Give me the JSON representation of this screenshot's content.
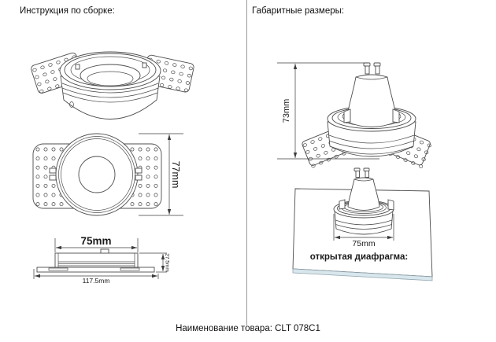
{
  "header": {
    "assembly_title": "Инструкция по сборке:",
    "dimensions_title": "Габаритные размеры:"
  },
  "left_panel": {
    "dims": {
      "plate_height": "77mm",
      "body_width": "75mm",
      "overall_width": "117.5mm",
      "body_height": "27.5mm"
    }
  },
  "right_panel": {
    "dims": {
      "overall_height": "73mm",
      "visible_diameter": "75mm"
    },
    "open_diaphragm_label": "открытая диафрагма:"
  },
  "footer": {
    "product_label": "Наименование товара:",
    "product_code": "CLT 078C1"
  },
  "colors": {
    "line": "#4d4d4d",
    "dimension": "#3c3c3c",
    "divider": "#9a9a9a",
    "panel_edge_fill": "#d9e7ed",
    "panel_edge_stroke": "#8fa5b0"
  }
}
